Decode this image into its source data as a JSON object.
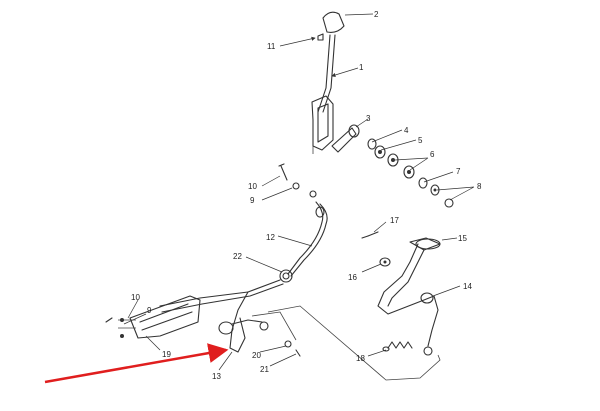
{
  "diagram": {
    "callouts": [
      "1",
      "2",
      "3",
      "4",
      "5",
      "6",
      "7",
      "8",
      "9",
      "10",
      "11",
      "12",
      "13",
      "14",
      "15",
      "16",
      "17",
      "18",
      "19",
      "20",
      "21",
      "22"
    ],
    "labels_extra": {
      "l9b": "9",
      "l10b": "10"
    },
    "highlight_color": "#e01e1e",
    "line_color": "#333333"
  }
}
